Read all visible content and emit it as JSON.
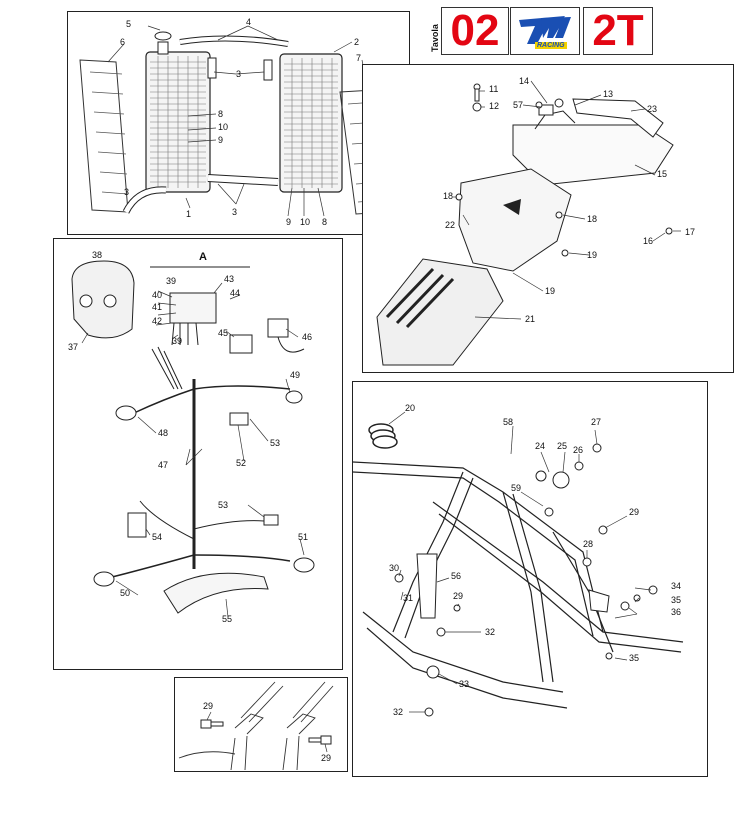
{
  "header": {
    "tavola": "Tavola",
    "number": "02",
    "logo_text": "TM",
    "logo_sub": "RACING",
    "type": "2T",
    "accent_color": "#e30613",
    "logo_color": "#1a4fb3"
  },
  "panels": {
    "radiators": {
      "labels": [
        "1",
        "2",
        "3",
        "3",
        "3",
        "4",
        "5",
        "6",
        "7",
        "8",
        "8",
        "9",
        "9",
        "10",
        "10"
      ]
    },
    "tank_cover": {
      "labels": [
        "11",
        "12",
        "13",
        "14",
        "15",
        "16",
        "17",
        "18",
        "18",
        "19",
        "19",
        "21",
        "22",
        "23",
        "57"
      ]
    },
    "electrics": {
      "labels": [
        "38",
        "A",
        "39",
        "43",
        "40",
        "41",
        "44",
        "42",
        "45",
        "46",
        "37",
        "39",
        "49",
        "48",
        "53",
        "52",
        "47",
        "53",
        "54",
        "51",
        "50",
        "55"
      ]
    },
    "frame": {
      "labels": [
        "20",
        "58",
        "24",
        "25",
        "26",
        "27",
        "59",
        "29",
        "28",
        "30",
        "56",
        "31",
        "29",
        "32",
        "34",
        "35",
        "36",
        "35",
        "33",
        "32"
      ]
    },
    "fork": {
      "labels": [
        "29",
        "29"
      ]
    }
  }
}
